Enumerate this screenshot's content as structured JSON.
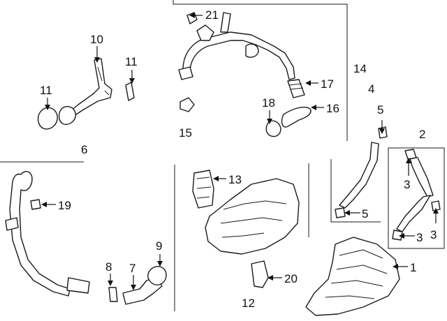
{
  "callouts": [
    {
      "id": "c1",
      "text": "1"
    },
    {
      "id": "c2",
      "text": "2"
    },
    {
      "id": "c3a",
      "text": "3"
    },
    {
      "id": "c3b",
      "text": "3"
    },
    {
      "id": "c3c",
      "text": "3"
    },
    {
      "id": "c4",
      "text": "4"
    },
    {
      "id": "c5a",
      "text": "5"
    },
    {
      "id": "c5b",
      "text": "5"
    },
    {
      "id": "c6",
      "text": "6"
    },
    {
      "id": "c7",
      "text": "7"
    },
    {
      "id": "c8",
      "text": "8"
    },
    {
      "id": "c9",
      "text": "9"
    },
    {
      "id": "c10",
      "text": "10"
    },
    {
      "id": "c11a",
      "text": "11"
    },
    {
      "id": "c11b",
      "text": "11"
    },
    {
      "id": "c12",
      "text": "12"
    },
    {
      "id": "c13",
      "text": "13"
    },
    {
      "id": "c14",
      "text": "14"
    },
    {
      "id": "c15",
      "text": "15"
    },
    {
      "id": "c16",
      "text": "16"
    },
    {
      "id": "c17",
      "text": "17"
    },
    {
      "id": "c18",
      "text": "18"
    },
    {
      "id": "c19",
      "text": "19"
    },
    {
      "id": "c20",
      "text": "20"
    },
    {
      "id": "c21",
      "text": "21"
    }
  ]
}
